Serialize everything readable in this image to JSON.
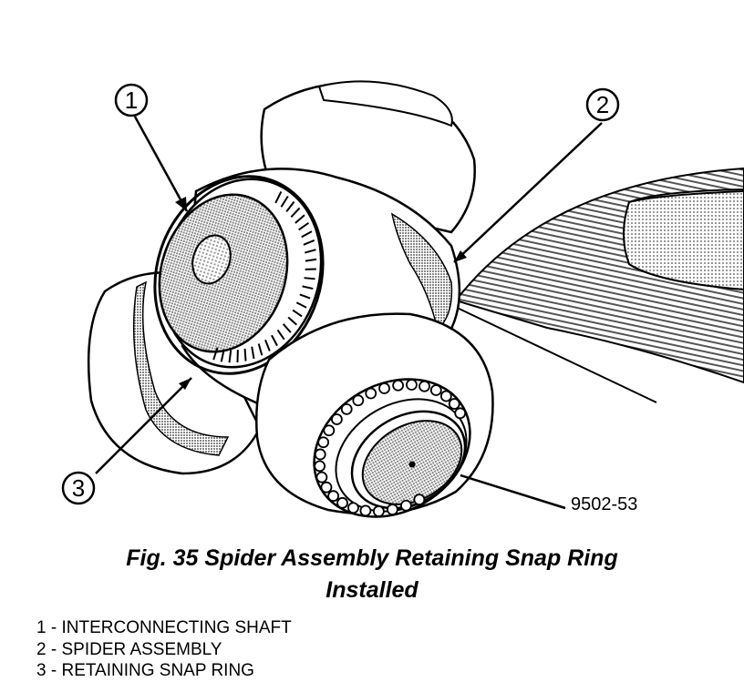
{
  "figure": {
    "callouts": [
      "1",
      "2",
      "3"
    ],
    "image_id": "9502-53",
    "caption_line1": "Fig. 35 Spider Assembly Retaining Snap Ring",
    "caption_line2": "Installed"
  },
  "legend": [
    {
      "number": "1",
      "label": "INTERCONNECTING SHAFT"
    },
    {
      "number": "2",
      "label": "SPIDER ASSEMBLY"
    },
    {
      "number": "3",
      "label": "RETAINING SNAP RING"
    }
  ],
  "colors": {
    "ink": "#000000",
    "shade": "#aaaaaa",
    "paper": "#ffffff"
  }
}
